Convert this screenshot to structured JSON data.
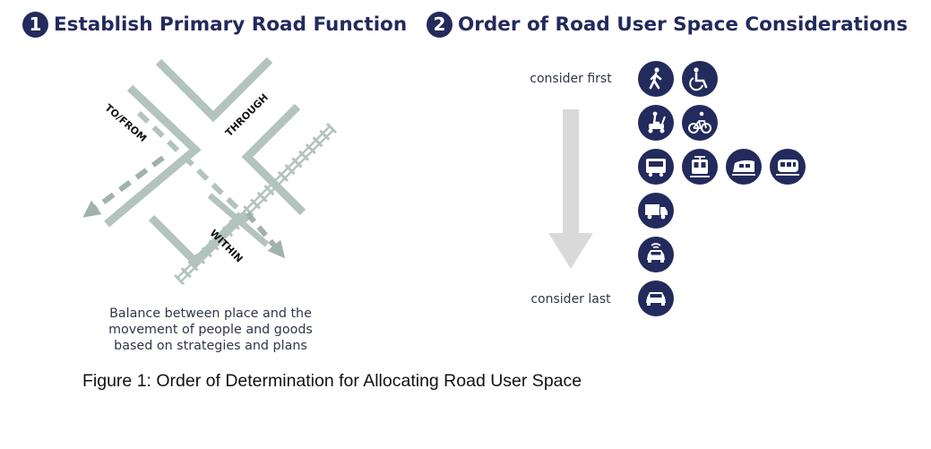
{
  "section1": {
    "number": "1",
    "title": "Establish Primary Road Function"
  },
  "section2": {
    "number": "2",
    "title": "Order of Road User Space Considerations"
  },
  "diagram": {
    "labels": {
      "to_from": "TO/FROM",
      "through": "THROUGH",
      "within": "WITHIN"
    },
    "caption_lines": [
      "Balance between place and the",
      "movement of people and goods",
      "based on strategies and plans"
    ],
    "colors": {
      "road": "#b3c3bd",
      "arrow": "#9fb2ab"
    }
  },
  "order": {
    "first_label": "consider first",
    "last_label": "consider last",
    "arrow_color": "#d9d9d9",
    "icon_color": "#232a5c",
    "icons": [
      [
        "pedestrian-icon",
        "wheelchair-icon"
      ],
      [
        "mobility-scooter-icon",
        "bicycle-icon"
      ],
      [
        "bus-icon",
        "tram-icon",
        "train-icon",
        "light-rail-icon"
      ],
      [
        "truck-icon"
      ],
      [
        "connected-car-icon"
      ],
      [
        "car-icon"
      ]
    ]
  },
  "figure_caption": "Figure 1: Order of Determination for Allocating Road User Space"
}
